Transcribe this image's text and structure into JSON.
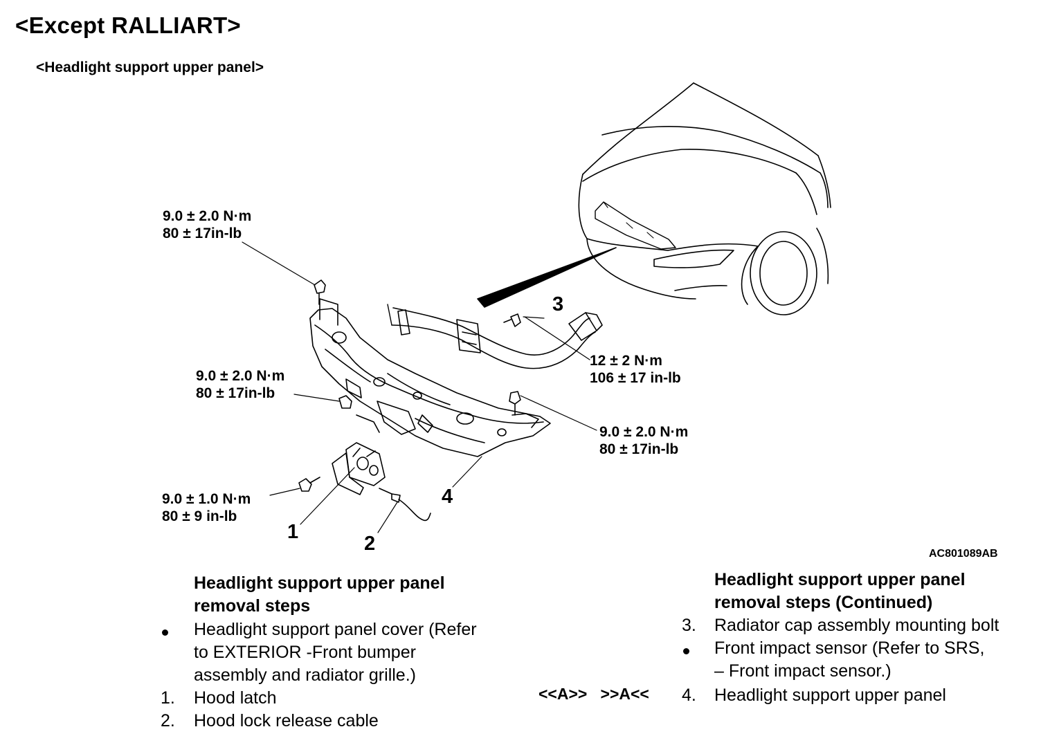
{
  "title": "<Except RALLIART>",
  "subtitle": "<Headlight support upper panel>",
  "torque_specs": [
    {
      "id": "t1",
      "metric": "9.0 ± 2.0 N·m",
      "imperial": "80 ± 17in-lb"
    },
    {
      "id": "t2",
      "metric": "9.0 ± 2.0 N·m",
      "imperial": "80 ± 17in-lb"
    },
    {
      "id": "t3",
      "metric": "12 ± 2 N·m",
      "imperial": "106 ± 17 in-lb"
    },
    {
      "id": "t4",
      "metric": "9.0 ± 2.0 N·m",
      "imperial": "80 ± 17in-lb"
    },
    {
      "id": "t5",
      "metric": "9.0 ± 1.0 N·m",
      "imperial": "80 ± 9 in-lb"
    }
  ],
  "callouts": [
    "1",
    "2",
    "3",
    "4"
  ],
  "reference_code": "AC801089AB",
  "steps_left": {
    "heading": [
      "Headlight support upper panel",
      "removal steps"
    ],
    "items": [
      {
        "marker": "•",
        "lines": [
          "Headlight support panel cover (Refer",
          "to EXTERIOR -Front bumper",
          "assembly and radiator grille.)"
        ]
      },
      {
        "marker": "1.",
        "lines": [
          "Hood latch"
        ]
      },
      {
        "marker": "2.",
        "lines": [
          "Hood lock release cable"
        ]
      }
    ]
  },
  "steps_right": {
    "heading": [
      "Headlight support upper panel",
      "removal steps (Continued)"
    ],
    "items": [
      {
        "marker": "3.",
        "lines": [
          "Radiator cap assembly mounting bolt"
        ]
      },
      {
        "marker": "•",
        "lines": [
          "Front impact sensor (Refer to SRS,",
          "– Front impact sensor.)"
        ]
      },
      {
        "marker": "4.",
        "lines": [
          "Headlight support upper panel"
        ]
      }
    ],
    "service_note": "<<A>>   >>A<<"
  }
}
